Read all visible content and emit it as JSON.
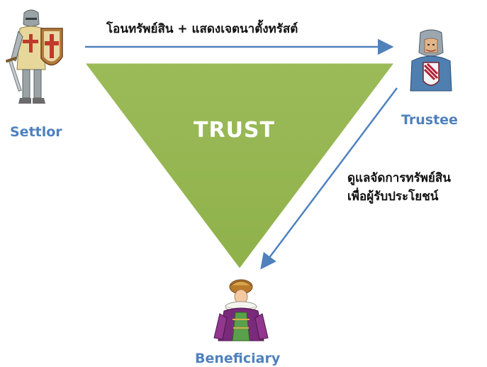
{
  "center": {
    "label": "TRUST"
  },
  "roles": {
    "settlor": "Settlor",
    "trustee": "Trustee",
    "beneficiary": "Beneficiary"
  },
  "flows": {
    "settlor_to_trustee": "โอนทรัพย์สิน + แสดงเจตนาตั้งทรัสต์",
    "trustee_to_beneficiary_line1": "ดูแลจัดการทรัพย์สิน",
    "trustee_to_beneficiary_line2": "เพื่อผู้รับประโยชน์"
  },
  "icons": {
    "settlor": "crusader-knight-icon",
    "trustee": "armored-knight-icon",
    "beneficiary": "noblewoman-icon"
  },
  "colors": {
    "triangle_fill": "#9bbb59",
    "triangle_edge": "#ffffff",
    "arrow": "#4f81bd",
    "role_text": "#4f81bd",
    "center_text": "#ffffff"
  }
}
